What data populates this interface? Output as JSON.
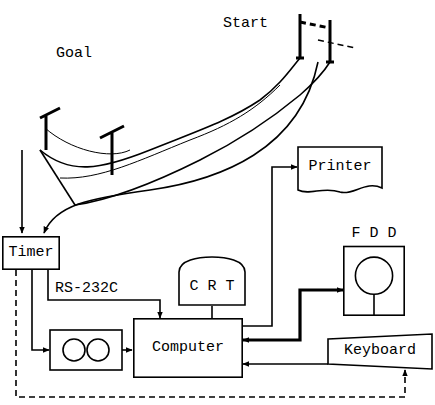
{
  "diagram": {
    "nodes": [
      {
        "text": [
          "Printer"
        ]
      },
      {
        "text": [
          "C R T"
        ]
      },
      {
        "text": [
          "F D D"
        ]
      },
      {
        "text": [
          "Timer"
        ]
      },
      {
        "text": [
          "Computer"
        ]
      },
      {
        "text": [
          "Keyboard"
        ]
      }
    ],
    "edges": [
      {
        "from": 3,
        "to": 4,
        "label": "RS-232C",
        "arrow": "to"
      },
      {
        "from": 1,
        "to": 4,
        "arrow": "none"
      },
      {
        "from": 4,
        "to": 0,
        "arrow": "to"
      },
      {
        "from": 4,
        "to": 2,
        "arrow": "both"
      },
      {
        "from": 5,
        "to": 4,
        "arrow": "to"
      },
      {
        "from": 3,
        "to": 5,
        "arrow": "to"
      }
    ],
    "labels": [
      "Start",
      "Goal"
    ]
  }
}
